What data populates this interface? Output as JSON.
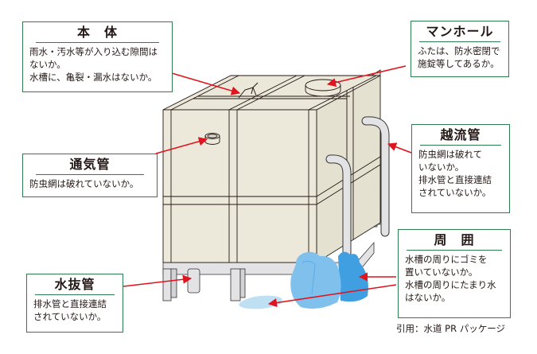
{
  "boxes": {
    "hontai": {
      "title": "本　体",
      "lines": [
        "雨水・汚水等が入り込む隙間は",
        "ないか。",
        "水槽に、亀裂・漏水はないか。"
      ]
    },
    "manhole": {
      "title": "マンホール",
      "lines": [
        "ふたは、防水密閉で",
        "施錠等してあるか。"
      ]
    },
    "overflow": {
      "title": "越流管",
      "lines": [
        "防虫網は破れて",
        "いないか。",
        "排水管と直接連結",
        "されていないか。"
      ]
    },
    "vent": {
      "title": "通気管",
      "lines": [
        "防虫網は破れていないか。"
      ]
    },
    "drain": {
      "title": "水抜管",
      "lines": [
        "排水管と直接連結",
        "されていないか。"
      ]
    },
    "surroundings": {
      "title": "周　囲",
      "lines": [
        "水槽の周りにゴミを",
        "置いていないか。",
        "水槽の周りにたまり水",
        "はないか。"
      ]
    }
  },
  "credit": "引用：水道 PR パッケージ",
  "colors": {
    "box_border": "#2e7d4f",
    "arrow": "#e0141e",
    "tank_fill": "#ebe8d9",
    "pipe": "#e3e3e6",
    "bag": "#5aaee6",
    "puddle": "#bfe0f3"
  }
}
